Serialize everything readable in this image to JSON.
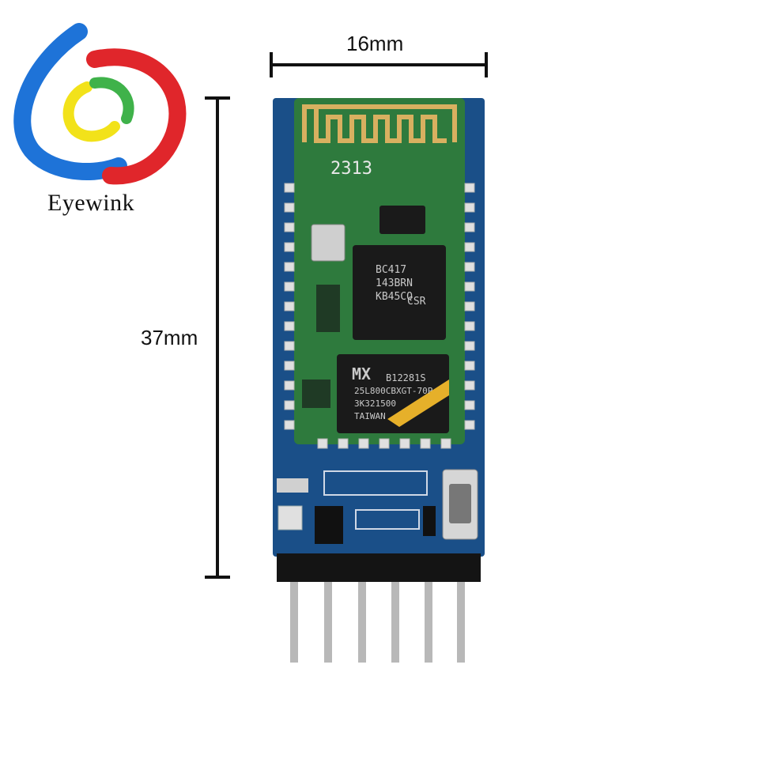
{
  "brand": {
    "name": "Eyewink",
    "logo_icon": "swirl-logo-icon"
  },
  "dimensions": {
    "width_label": "16mm",
    "height_label": "37mm"
  },
  "module": {
    "antenna_number": "2313",
    "main_chip_lines": [
      "CSR",
      "BC417",
      "143BRN",
      "KB45CQ"
    ],
    "flash_chip_lines": [
      "MX",
      "B12281S",
      "25L800CBXGT-70P",
      "3K321500",
      "TAIWAN"
    ],
    "pin_count": 6
  },
  "colors": {
    "pcb_blue": "#1a4f88",
    "module_green": "#2e7a3d",
    "gold": "#d8b060",
    "chip_black": "#1a1a1a",
    "logo_blue": "#1e73d8",
    "logo_red": "#e0262b",
    "logo_yellow": "#f2e21a",
    "logo_green": "#3fb24a"
  }
}
